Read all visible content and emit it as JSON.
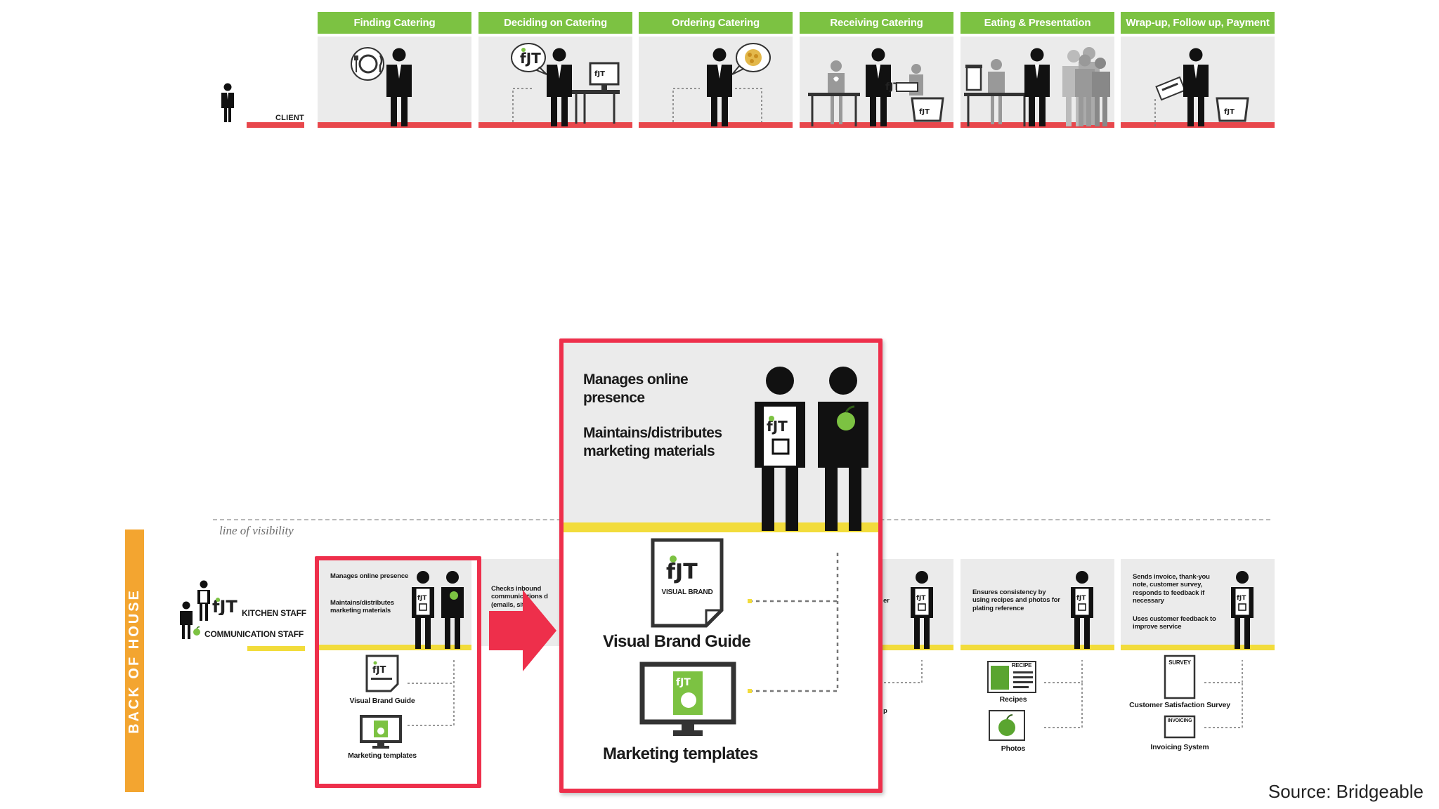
{
  "colors": {
    "stage_green": "#7cc242",
    "client_red": "#e8474c",
    "staff_yellow": "#f2dc3b",
    "boh_orange": "#f3a530",
    "highlight_red": "#ee2f4b",
    "apple_green": "#7cc242"
  },
  "stages": [
    {
      "label": "Finding Catering"
    },
    {
      "label": "Deciding on Catering"
    },
    {
      "label": "Ordering Catering"
    },
    {
      "label": "Receiving Catering"
    },
    {
      "label": "Eating & Presentation"
    },
    {
      "label": "Wrap-up, Follow up, Payment"
    }
  ],
  "client_label": "CLIENT",
  "visibility_label": "line of visibility",
  "back_of_house": {
    "label": "BACK OF HOUSE",
    "kitchen_staff": "KITCHEN STAFF",
    "communication_staff": "COMMUNICATION STAFF"
  },
  "back_panels": {
    "p1_line1": "Manages online presence",
    "p1_line2": "Maintains/distributes marketing materials",
    "p1_doc": "Visual Brand Guide",
    "p1_screen": "Marketing templates",
    "p2_text": "Checks inbound communications d (emails, site",
    "p4_text": "er",
    "p4_text2": "p",
    "p5_text": "Ensures consistency by using recipes and photos for plating reference",
    "p5_doc_tag": "RECIPE",
    "p5_doc": "Recipes",
    "p5_photo": "Photos",
    "p6_text1": "Sends invoice, thank-you note, customer survey, responds to feedback if necessary",
    "p6_text2": "Uses customer feedback to improve service",
    "p6_doc_tag": "SURVEY",
    "p6_doc": "Customer Satisfaction Survey",
    "p6_box_tag": "INVOICING",
    "p6_box": "Invoicing System"
  },
  "zoom": {
    "line1": "Manages online presence",
    "line2": "Maintains/distributes marketing materials",
    "doc_tag": "VISUAL BRAND",
    "doc_label": "Visual Brand Guide",
    "screen_label": "Marketing templates"
  },
  "source": "Source: Bridgeable"
}
